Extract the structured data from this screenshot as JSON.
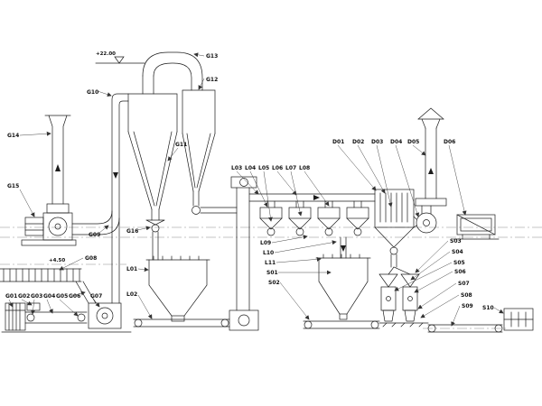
{
  "page": {
    "background": "#ffffff",
    "ink": "#1c1c1c"
  },
  "diagram": {
    "kind": "industrial-process-flow-drawing",
    "elevation": {
      "top": "+22.00",
      "mid": "+4.50"
    },
    "labels": {
      "g01": "G01",
      "g02": "G02",
      "g03": "G03",
      "g04": "G04",
      "g05": "G05",
      "g06": "G06",
      "g07": "G07",
      "g08": "G08",
      "g09": "G09",
      "g10": "G10",
      "g11": "G11",
      "g12": "G12",
      "g13": "G13",
      "g14": "G14",
      "g15": "G15",
      "g16": "G16",
      "l01": "L01",
      "l02": "L02",
      "l03": "L03",
      "l04": "L04",
      "l05": "L05",
      "l06": "L06",
      "l07": "L07",
      "l08": "L08",
      "l09": "L09",
      "l10": "L10",
      "l11": "L11",
      "s01": "S01",
      "s02": "S02",
      "s03": "S03",
      "s04": "S04",
      "s05": "S05",
      "s06": "S06",
      "s07": "S07",
      "s08": "S08",
      "s09": "S09",
      "s10": "S10",
      "d01": "D01",
      "d02": "D02",
      "d03": "D03",
      "d04": "D04",
      "d05": "D05",
      "d06": "D06"
    }
  }
}
